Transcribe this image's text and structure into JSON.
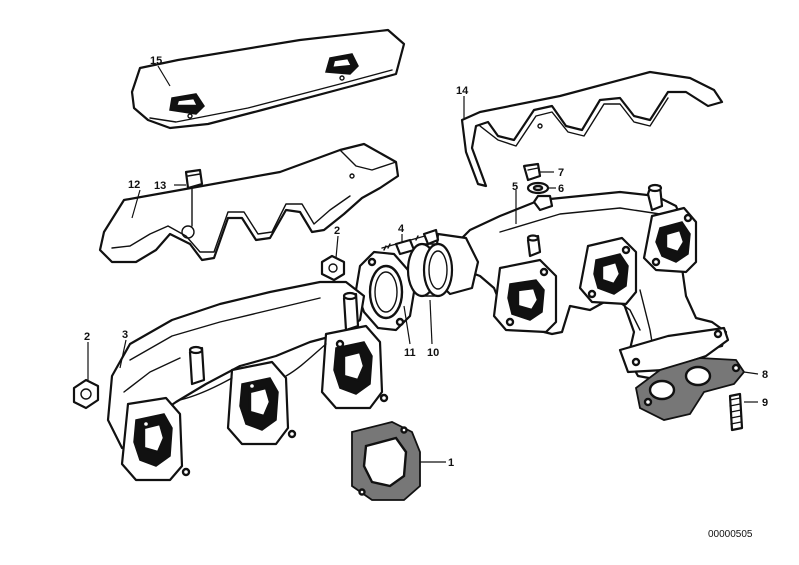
{
  "callouts": {
    "c1": "1",
    "c2a": "2",
    "c2b": "2",
    "c3": "3",
    "c4": "4",
    "c5": "5",
    "c6": "6",
    "c7": "7",
    "c8": "8",
    "c9": "9",
    "c10": "10",
    "c11": "11",
    "c12": "12",
    "c13": "13",
    "c14": "14",
    "c15": "15"
  },
  "document_number": "00000505"
}
